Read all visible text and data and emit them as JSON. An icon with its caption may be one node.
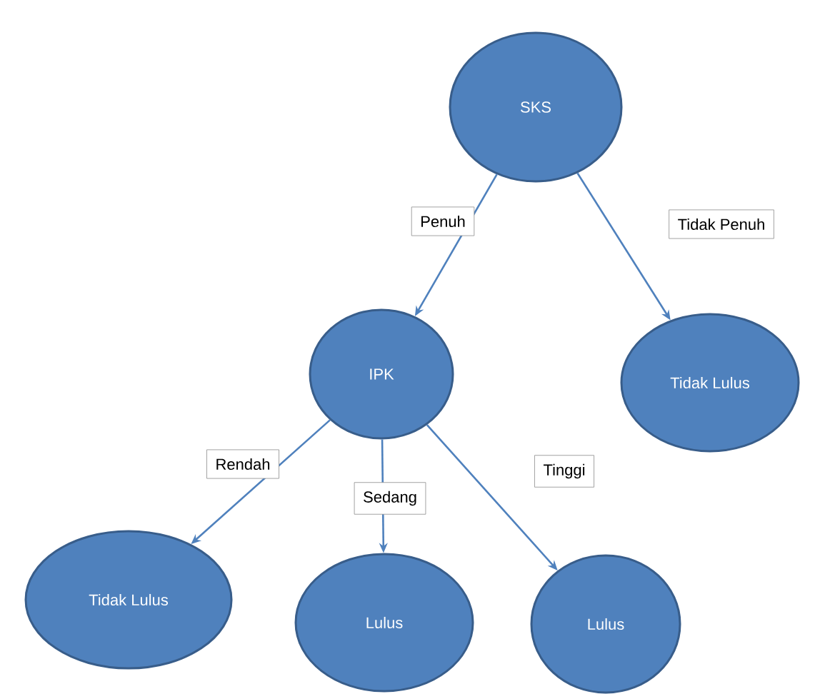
{
  "diagram": {
    "nodes": [
      {
        "text": [
          "SKS"
        ]
      },
      {
        "text": [
          "IPK"
        ]
      },
      {
        "text": [
          "Tidak Lulus"
        ]
      },
      {
        "text": [
          "Tidak Lulus"
        ]
      },
      {
        "text": [
          "Lulus"
        ]
      },
      {
        "text": [
          "Lulus"
        ]
      }
    ],
    "edges": [
      {
        "from": 0,
        "to": 1,
        "arrow": "to",
        "label": "Penuh"
      },
      {
        "from": 0,
        "to": 2,
        "arrow": "to",
        "label": "Tidak Penuh"
      },
      {
        "from": 1,
        "to": 3,
        "arrow": "to",
        "label": "Rendah"
      },
      {
        "from": 1,
        "to": 4,
        "arrow": "to",
        "label": "Sedang"
      },
      {
        "from": 1,
        "to": 5,
        "arrow": "to",
        "label": "Tinggi"
      }
    ]
  }
}
